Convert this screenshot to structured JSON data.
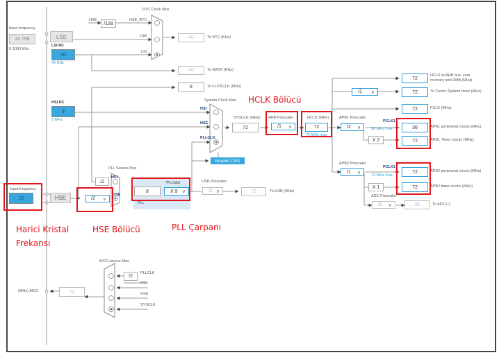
{
  "lse": {
    "input_label": "Input frequency",
    "input_value": "32.768",
    "range": "0-1000 KHz",
    "block_label": "LSE"
  },
  "lsi": {
    "title": "LSI RC",
    "value": "40",
    "unit": "40 KHz"
  },
  "hsi": {
    "title": "HSI RC",
    "value": "8",
    "unit": "8 MHz"
  },
  "rtc": {
    "mux_title": "RTC Clock Mux",
    "hse_in": "HSE",
    "div_128": "/128",
    "hse_rtc": "HSE_RTC",
    "lse_in": "LSE",
    "lsi_in": "LSI",
    "out_value": "40",
    "out_label": "To RTC (KHz)"
  },
  "iwdg": {
    "value": "40",
    "label": "To IWDG (KHz)"
  },
  "flitf": {
    "value": "8",
    "label": "To FLITFCLK (MHz)"
  },
  "sysmux": {
    "title": "System Clock Mux",
    "hsi": "HSI",
    "hse": "HSE",
    "pllclk": "PLLCLK",
    "enable_css": "Enable CSS"
  },
  "sysclk": {
    "label": "SYSCLK (MHz)",
    "value": "72"
  },
  "ahb": {
    "label": "AHB Prescaler",
    "value": "/1"
  },
  "hclk": {
    "label": "HCLK (MHz)",
    "value": "72",
    "max": "72 MHz max"
  },
  "outputs": {
    "hclk_ahb": {
      "value": "72",
      "label_1": "HCLK to AHB bus, core,",
      "label_2": "memory and DMA (MHz)"
    },
    "cortex_div": "/1",
    "cortex": {
      "value": "72",
      "label": "To Cortex System timer (MHz)"
    },
    "fclk": {
      "value": "72",
      "label": "FCLK (MHz)"
    }
  },
  "apb1": {
    "label": "APB1 Prescaler",
    "value": "/2",
    "pclk": "PCLK1",
    "max": "36 MHz max",
    "mult": "X 2",
    "periph_value": "36",
    "periph_label": "APB1 peripheral clocks (MHz)",
    "timer_value": "72",
    "timer_label": "APB1 Timer clocks (MHz)"
  },
  "apb2": {
    "label": "APB2 Prescaler",
    "value": "/1",
    "pclk": "PCLK2",
    "max": "72 MHz max",
    "mult": "X 1",
    "periph_value": "72",
    "periph_label": "APB2 peripheral clocks (MHz)",
    "timer_value": "72",
    "timer_label": "APB2 timer clocks (MHz)"
  },
  "adc": {
    "label": "ADC Prescaler",
    "value": "/2",
    "out_value": "36",
    "out_label": "To ADC1,2"
  },
  "hse": {
    "input_label": "Input frequency",
    "input_value": "16",
    "block_label": "HSE",
    "div_value": "/2"
  },
  "pll": {
    "src_title": "PLL Source Mux",
    "hsi_div": "/2",
    "hsi": "HSI",
    "hse": "HSE",
    "in_value": "8",
    "mul_label": "*PLLMul",
    "mul_value": "X 9",
    "block_label": "PLL"
  },
  "usb": {
    "label": "USB Prescaler",
    "value": "/1",
    "out_value": "72",
    "out_label": "To USB (MHz)"
  },
  "mco": {
    "title": "MCO source Mux",
    "div": "/2",
    "pllclk": "PLLCLK",
    "hsi": "HSI",
    "hse": "HSE",
    "sysclk": "SYSCLK",
    "out_value": "72",
    "out_label": "(MHz) MCO"
  },
  "annotations": {
    "hclk": "HCLK Bölücü",
    "crystal_1": "Harici Kristal",
    "crystal_2": "Frekansı",
    "hse_div": "HSE Bölücü",
    "pll_mul": "PLL Çarpanı"
  },
  "colors": {
    "accent": "#2b9bd8",
    "highlight": "#e1151a",
    "osc_fill": "#38a7dd"
  }
}
